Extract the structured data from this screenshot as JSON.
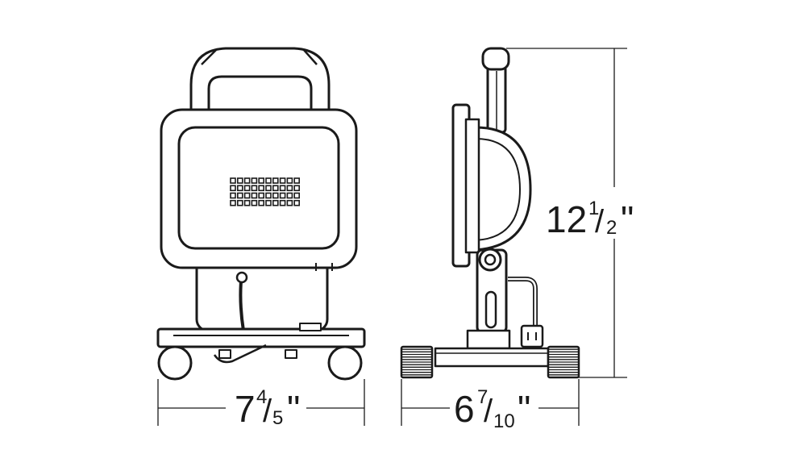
{
  "dimensions": {
    "height": {
      "whole": "12",
      "numerator": "1",
      "slash": "/",
      "denominator": "2",
      "unit": "\""
    },
    "front_width": {
      "whole": "7",
      "numerator": "4",
      "slash": "/",
      "denominator": "5",
      "unit": "\""
    },
    "side_depth": {
      "whole": "6",
      "numerator": "7",
      "slash": "/",
      "denominator": "10",
      "unit": "\""
    }
  },
  "colors": {
    "line": "#1a1a1a",
    "fill": "#ffffff",
    "grille": "#bdbdbd"
  }
}
